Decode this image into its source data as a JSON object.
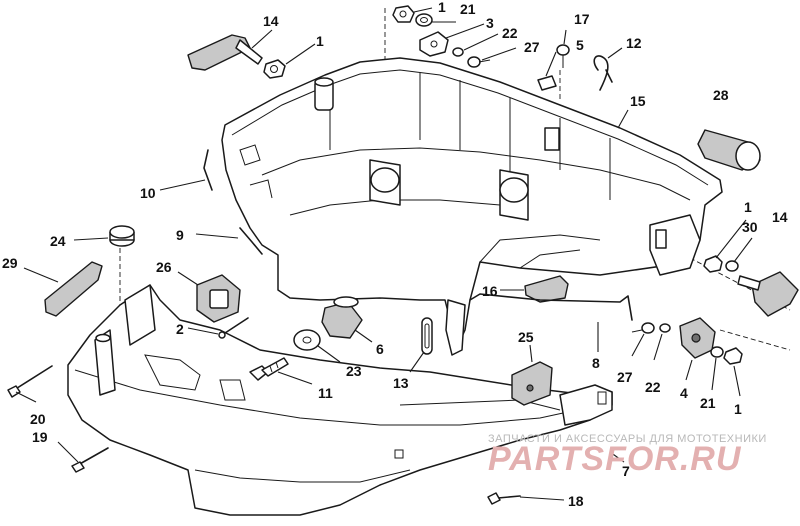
{
  "callouts": [
    {
      "id": "c14a",
      "text": "14"
    },
    {
      "id": "c1a",
      "text": "1"
    },
    {
      "id": "c1b",
      "text": "1"
    },
    {
      "id": "c21a",
      "text": "21"
    },
    {
      "id": "c3",
      "text": "3"
    },
    {
      "id": "c22a",
      "text": "22"
    },
    {
      "id": "c27a",
      "text": "27"
    },
    {
      "id": "c17",
      "text": "17"
    },
    {
      "id": "c5",
      "text": "5"
    },
    {
      "id": "c12",
      "text": "12"
    },
    {
      "id": "c28",
      "text": "28"
    },
    {
      "id": "c15",
      "text": "15"
    },
    {
      "id": "c10",
      "text": "10"
    },
    {
      "id": "c9",
      "text": "9"
    },
    {
      "id": "c24",
      "text": "24"
    },
    {
      "id": "c29",
      "text": "29"
    },
    {
      "id": "c26",
      "text": "26"
    },
    {
      "id": "c2",
      "text": "2"
    },
    {
      "id": "c6",
      "text": "6"
    },
    {
      "id": "c23",
      "text": "23"
    },
    {
      "id": "c11",
      "text": "11"
    },
    {
      "id": "c13",
      "text": "13"
    },
    {
      "id": "c25",
      "text": "25"
    },
    {
      "id": "c16",
      "text": "16"
    },
    {
      "id": "c8",
      "text": "8"
    },
    {
      "id": "c27b",
      "text": "27"
    },
    {
      "id": "c22b",
      "text": "22"
    },
    {
      "id": "c4",
      "text": "4"
    },
    {
      "id": "c21b",
      "text": "21"
    },
    {
      "id": "c1c",
      "text": "1"
    },
    {
      "id": "c1d",
      "text": "1"
    },
    {
      "id": "c30",
      "text": "30"
    },
    {
      "id": "c14b",
      "text": "14"
    },
    {
      "id": "c20",
      "text": "20"
    },
    {
      "id": "c19",
      "text": "19"
    },
    {
      "id": "c18",
      "text": "18"
    },
    {
      "id": "c7",
      "text": "7"
    }
  ],
  "watermark": {
    "caption": "ЗАПЧАСТИ И АКСЕССУАРЫ ДЛЯ МОТОТЕХНИКИ",
    "logo": "PARTSFOR.RU"
  }
}
